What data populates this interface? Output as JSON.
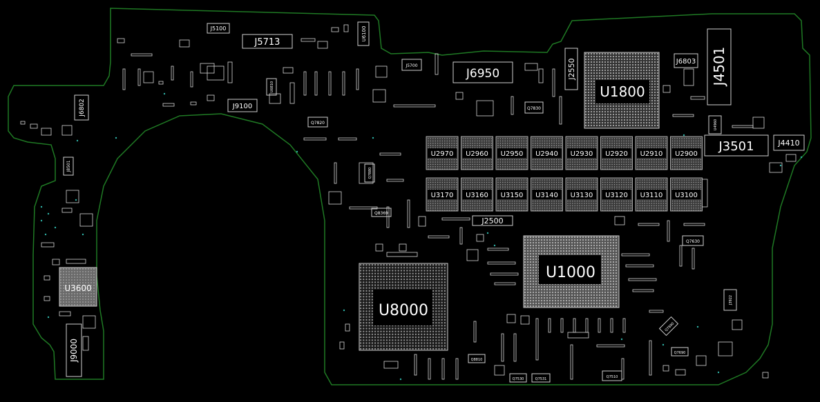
{
  "board": {
    "outline_color": "#1f7a24",
    "background_color": "#000000",
    "component_color": "#d8d8d8",
    "test_point_color": "#2fb5a8"
  },
  "components": {
    "large_chips": [
      "U1800",
      "U1000",
      "U8000",
      "U3600"
    ],
    "memory_top_row": [
      "U2970",
      "U2960",
      "U2950",
      "U2940",
      "U2930",
      "U2920",
      "U2910",
      "U2900"
    ],
    "memory_bottom_row": [
      "U3170",
      "U3160",
      "U3150",
      "U3140",
      "U3130",
      "U3120",
      "U3110",
      "U3100"
    ],
    "connectors": {
      "J5713": "J5713",
      "J6950": "J6950",
      "J4501": "J4501",
      "J3501": "J3501",
      "J4410": "J4410",
      "J2500": "J2500",
      "J9000": "J9000",
      "J6803": "J6803",
      "J2550": "J2550",
      "J9100": "J9100",
      "J5100": "J5100",
      "J6802": "J6802",
      "U6100": "U6100",
      "J5700": "J5700"
    },
    "small_labels": {
      "Q7820": "Q7820",
      "Q7830": "Q7830",
      "Q8369": "Q8369",
      "Q7630": "Q7630",
      "Q7880": "Q7880",
      "J8501": "J8501",
      "J3922": "J3922",
      "U4960": "U4960",
      "U6810": "U6810",
      "Q8810": "Q8810",
      "Q7530": "Q7530",
      "Q7531": "Q7531",
      "Q7510": "Q7510",
      "Q7690": "Q7690",
      "Q7890": "Q7890"
    }
  }
}
